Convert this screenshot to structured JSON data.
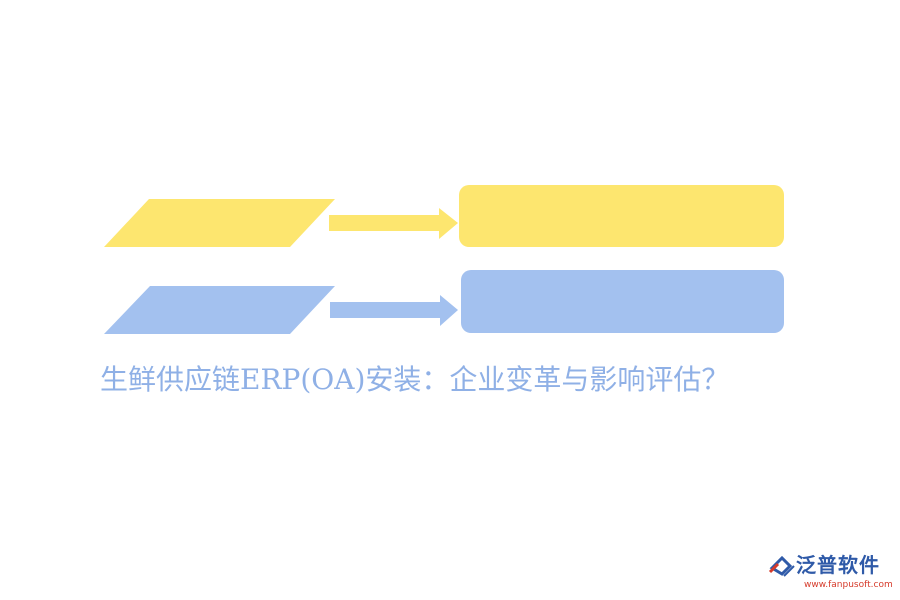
{
  "title": "生鲜供应链ERP(OA)安装：企业变革与影响评估？",
  "colors": {
    "yellow": "#fde66f",
    "blue": "#a3c1ef",
    "title_text": "#8fb0e6",
    "logo_blue": "#2f5aa8",
    "logo_red": "#d63b2b"
  },
  "rows": [
    {
      "id": "row-1",
      "color": "yellow",
      "parallelogram_label": "",
      "box_label": ""
    },
    {
      "id": "row-2",
      "color": "blue",
      "parallelogram_label": "",
      "box_label": ""
    }
  ],
  "logo": {
    "name": "泛普软件",
    "url": "www.fanpusoft.com",
    "icon": "fanpu-logo-icon"
  }
}
